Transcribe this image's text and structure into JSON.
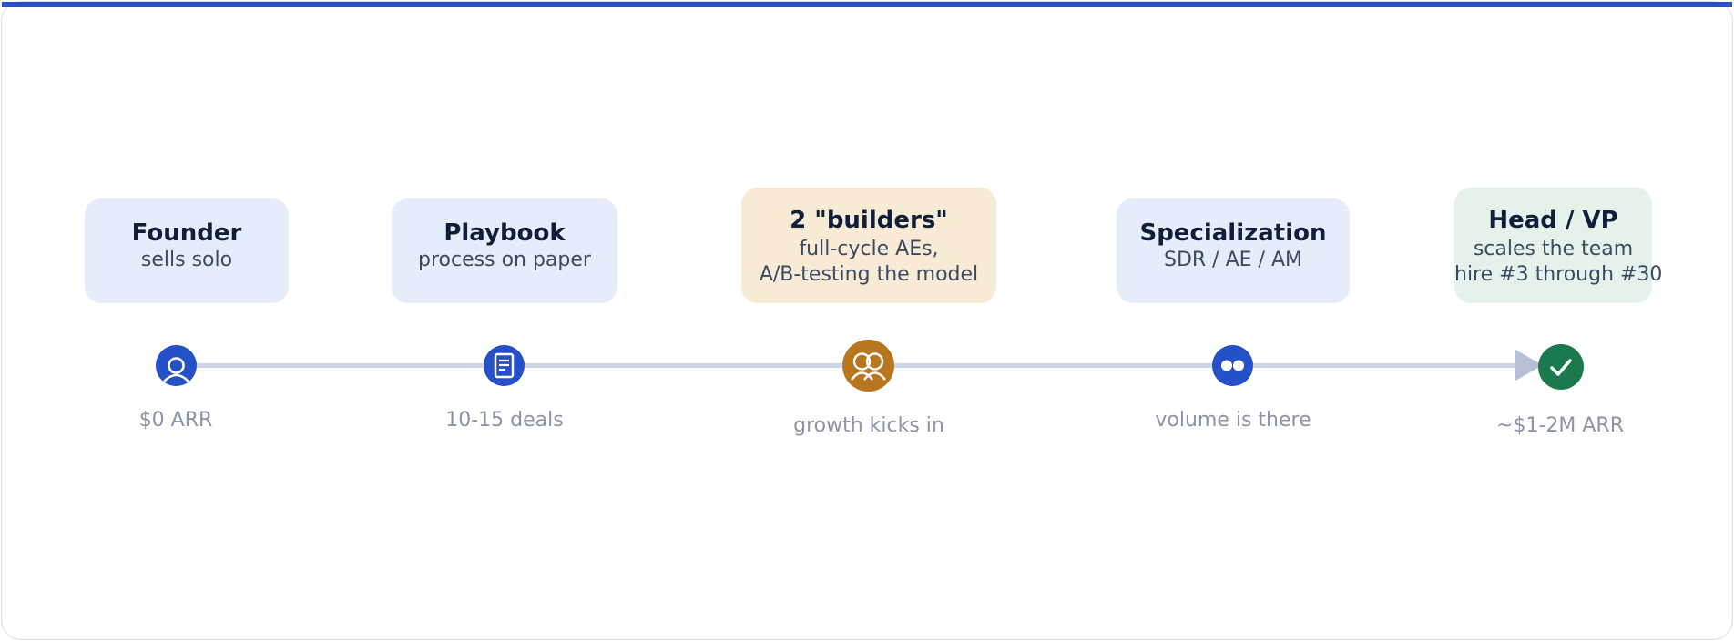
{
  "stages": [
    {
      "title": "Founder",
      "subtitle": "sells solo",
      "marker": "$0 ARR",
      "icon": "person-icon",
      "color": "#2650c8"
    },
    {
      "title": "Playbook",
      "subtitle": "process on paper",
      "marker": "10-15 deals",
      "icon": "document-icon",
      "color": "#2650c8"
    },
    {
      "title": "2 \"builders\"",
      "subtitle_line1": "full-cycle AEs,",
      "subtitle_line2": "A/B-testing the model",
      "marker": "growth kicks in",
      "icon": "two-people-icon",
      "color": "#b8761e"
    },
    {
      "title": "Specialization",
      "subtitle": "SDR / AE / AM",
      "marker": "volume is there",
      "icon": "two-dots-icon",
      "color": "#2650c8"
    },
    {
      "title": "Head / VP",
      "subtitle_line1": "scales the team",
      "subtitle_line2": "hire #3 through #30",
      "marker": "~$1-2M ARR",
      "icon": "checkmark-icon",
      "color": "#1b7a4c"
    }
  ],
  "colors": {
    "accent_bar": "#2650c8",
    "timeline": "#cdd4e4",
    "card_blue": "#e6ecf9",
    "card_amber": "#f8ebd6",
    "card_green": "#e4f3ea"
  }
}
